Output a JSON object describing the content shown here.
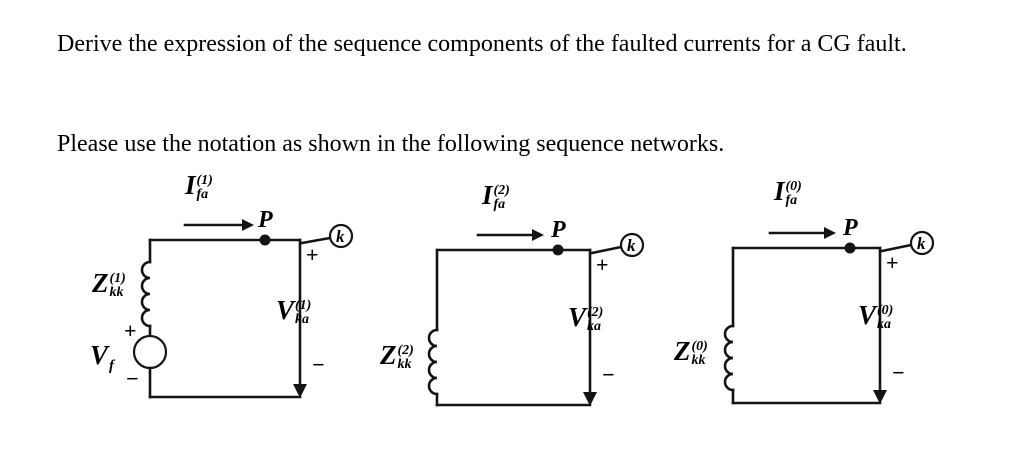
{
  "question": {
    "prompt": "Derive the expression of the sequence components of the faulted currents for a CG fault.",
    "instruction": "Please use the notation as shown in the following sequence networks."
  },
  "diagrams": [
    {
      "current": {
        "base": "I",
        "sup": "(1)",
        "sub": "fa"
      },
      "node_label": "P",
      "bus_label": "k",
      "plus": "+",
      "minus": "−",
      "voltage": {
        "base": "V",
        "sup": "(1)",
        "sub": "ka"
      },
      "impedance": {
        "base": "Z",
        "sup": "(1)",
        "sub": "kk"
      },
      "source": {
        "base": "V",
        "sub": "f",
        "plus": "+",
        "minus": "−"
      }
    },
    {
      "current": {
        "base": "I",
        "sup": "(2)",
        "sub": "fa"
      },
      "node_label": "P",
      "bus_label": "k",
      "plus": "+",
      "minus": "−",
      "voltage": {
        "base": "V",
        "sup": "(2)",
        "sub": "ka"
      },
      "impedance": {
        "base": "Z",
        "sup": "(2)",
        "sub": "kk"
      }
    },
    {
      "current": {
        "base": "I",
        "sup": "(0)",
        "sub": "fa"
      },
      "node_label": "P",
      "bus_label": "k",
      "plus": "+",
      "minus": "−",
      "voltage": {
        "base": "V",
        "sup": "(0)",
        "sub": "ka"
      },
      "impedance": {
        "base": "Z",
        "sup": "(0)",
        "sub": "kk"
      }
    }
  ]
}
